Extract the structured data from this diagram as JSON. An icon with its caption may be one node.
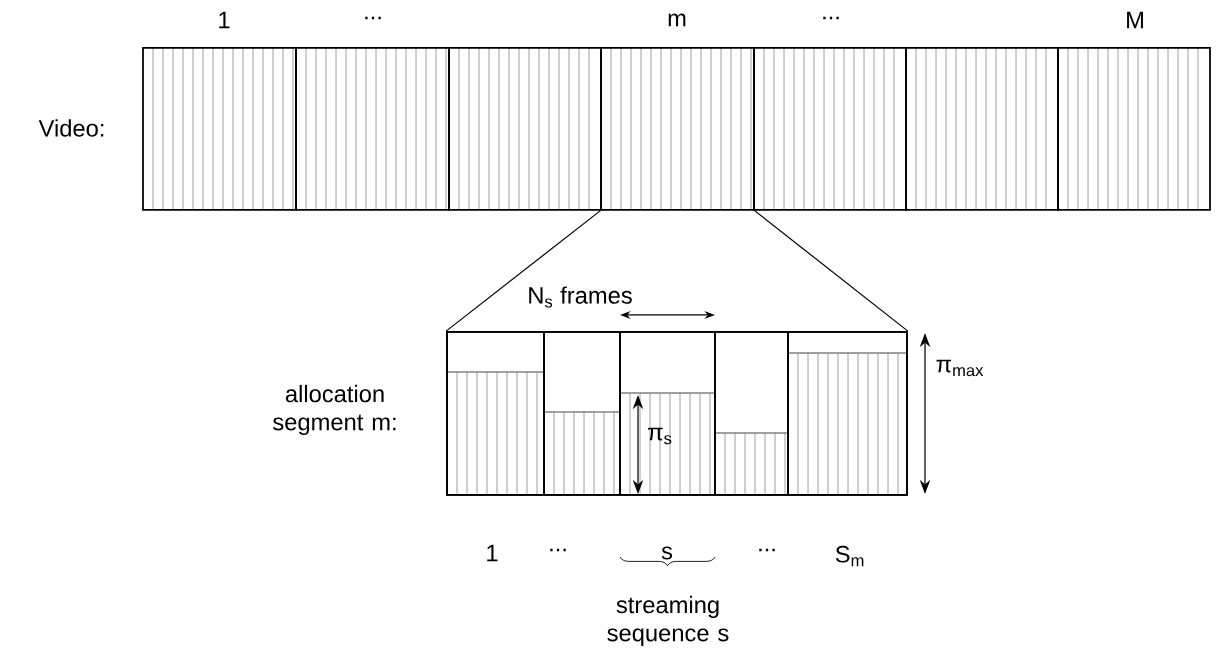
{
  "diagram": {
    "nodes": [
      {
        "text": [],
        "shape": "box"
      },
      {
        "text": [],
        "shape": "box"
      },
      {
        "text": [],
        "shape": "box"
      },
      {
        "text": [],
        "shape": "box"
      },
      {
        "text": [],
        "shape": "box"
      },
      {
        "text": [],
        "shape": "box"
      },
      {
        "text": [],
        "shape": "box"
      },
      {
        "text": [],
        "shape": "box"
      },
      {
        "text": [],
        "shape": "box",
        "in": 7
      },
      {
        "text": [],
        "shape": "box",
        "in": 7
      },
      {
        "text": [],
        "shape": "box",
        "in": 7
      },
      {
        "text": [],
        "shape": "box",
        "in": 7
      },
      {
        "text": [],
        "shape": "box",
        "in": 7
      }
    ],
    "edges": [
      {
        "from": 3,
        "to": 7,
        "arrow": "none"
      },
      {
        "from": 3,
        "to": 7,
        "arrow": "none"
      }
    ],
    "labels": [
      "1",
      "...",
      "m",
      "...",
      "M",
      "Video:",
      "N$_{s}$ frames",
      "allocation segment m:",
      "π$_{s}$",
      "π$_{max}$",
      "1",
      "...",
      "s",
      "...",
      "S$_{m}$",
      "streaming sequence s"
    ]
  }
}
